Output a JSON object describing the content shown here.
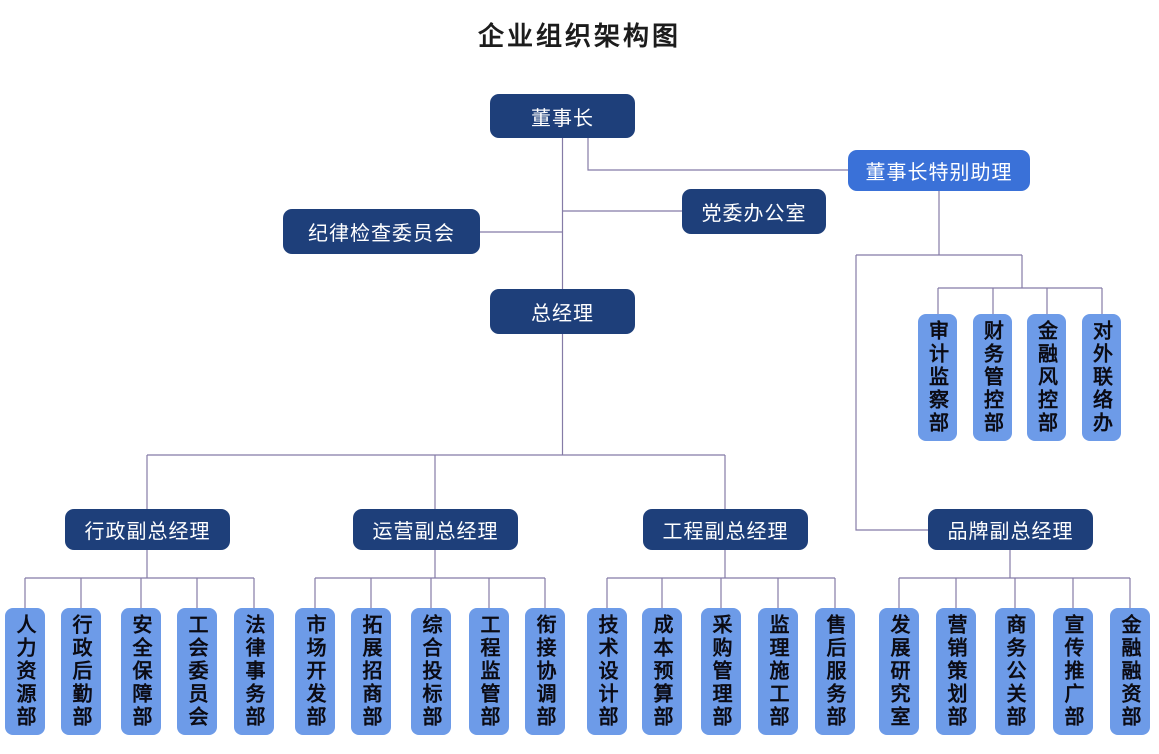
{
  "title": "企业组织架构图",
  "colors": {
    "navy_box": "#1e3f7a",
    "blue_box": "#3a71d8",
    "light_blue_box": "#6d9be8",
    "connector_line": "#857ba6"
  },
  "nodes": {
    "chairman": "董事长",
    "special_assistant": "董事长特别助理",
    "party_office": "党委办公室",
    "discipline_committee": "纪律检查委员会",
    "general_manager": "总经理",
    "vp_admin": "行政副总经理",
    "vp_operations": "运营副总经理",
    "vp_engineering": "工程副总经理",
    "vp_brand": "品牌副总经理"
  },
  "departments": {
    "assistant": [
      "审计监察部",
      "财务管控部",
      "金融风控部",
      "对外联络办"
    ],
    "admin": [
      "人力资源部",
      "行政后勤部",
      "安全保障部",
      "工会委员会",
      "法律事务部"
    ],
    "operations": [
      "市场开发部",
      "拓展招商部",
      "综合投标部",
      "工程监管部",
      "衔接协调部"
    ],
    "engineering": [
      "技术设计部",
      "成本预算部",
      "采购管理部",
      "监理施工部",
      "售后服务部"
    ],
    "brand": [
      "发展研究室",
      "营销策划部",
      "商务公关部",
      "宣传推广部",
      "金融融资部"
    ]
  }
}
